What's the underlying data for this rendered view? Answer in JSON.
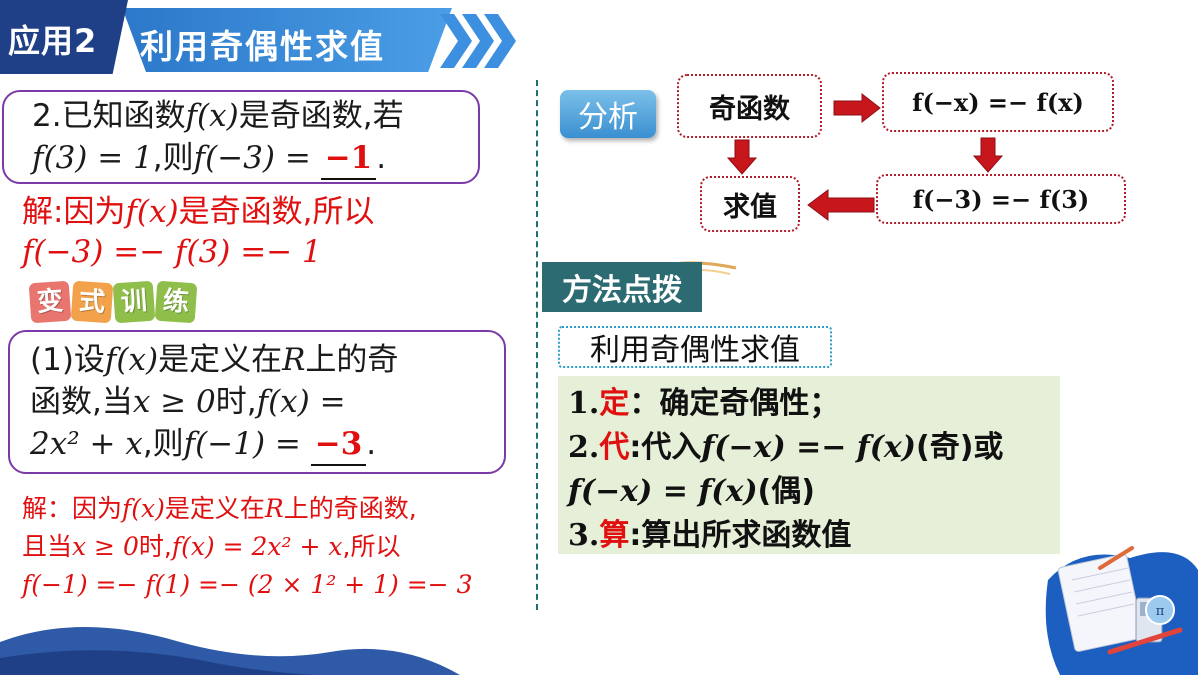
{
  "header": {
    "badge": "应用2",
    "title": "利用奇偶性求值"
  },
  "problem2": {
    "line1_a": "2.已知函数",
    "line1_fx": "f(x)",
    "line1_b": "是奇函数,若",
    "line2_a": "f(3) = 1",
    "line2_b": ",则",
    "line2_c": "f(−3) = ",
    "answer": "−1",
    "period": "."
  },
  "solution2": {
    "line1_a": "解:因为",
    "line1_fx": "f(x)",
    "line1_b": "是奇函数,所以",
    "line2": "f(−3) =− f(3) =− 1"
  },
  "variant_label": {
    "chars": [
      "变",
      "式",
      "训",
      "练"
    ],
    "colors": [
      "#e8766f",
      "#f2a24a",
      "#8fbf4a",
      "#8fbf4a"
    ]
  },
  "problem_v": {
    "line1_a": "(1)设",
    "line1_fx": "f(x)",
    "line1_b": "是定义在",
    "line1_r": "R",
    "line1_c": "上的奇",
    "line2_a": "函数,当",
    "line2_cond": "x ≥ 0",
    "line2_b": "时,",
    "line2_fx": "f(x) =",
    "line3_expr": "2x² + x",
    "line3_b": ",则",
    "line3_c": "f(−1) = ",
    "answer": "−3",
    "period": "."
  },
  "solution_v": {
    "line1_a": "解：因为",
    "line1_fx": "f(x)",
    "line1_b": "是定义在",
    "line1_r": "R",
    "line1_c": "上的奇函数,",
    "line2_a": "且当",
    "line2_cond": "x ≥ 0",
    "line2_b": "时,",
    "line2_expr": "f(x) = 2x² + x",
    "line2_c": ",所以",
    "line3": "f(−1) =− f(1) =− (2 × 1² + 1) =− 3"
  },
  "analysis": {
    "label": "分析",
    "box_odd": "奇函数",
    "box_rel": "f(−x) =− f(x)",
    "box_val": "求值",
    "box_calc": "f(−3) =− f(3)"
  },
  "method": {
    "tag": "方法点拨",
    "subtitle": "利用奇偶性求值",
    "step1_num": "1.",
    "step1_key": "定",
    "step1_text": "：确定奇偶性；",
    "step2_num": "2.",
    "step2_key": "代",
    "step2_text_a": ":代入",
    "step2_expr": "f(−x) =− f(x)",
    "step2_text_b": "(奇)或",
    "step2_line2_expr": "f(−x) = f(x)",
    "step2_line2_b": "(偶)",
    "step3_num": "3.",
    "step3_key": "算",
    "step3_text": ":算出所求函数值"
  },
  "colors": {
    "header_dark": "#1f3f86",
    "header_light": "#3d8fe0",
    "answer_red": "#e01010",
    "box_purple": "#7a3aa8",
    "flow_border": "#b31c2a",
    "arrow_red": "#c8161d",
    "method_tag_bg": "#2d6b72",
    "panel_bg": "#e6efd8"
  },
  "deco": {
    "pi_symbol": "π"
  }
}
